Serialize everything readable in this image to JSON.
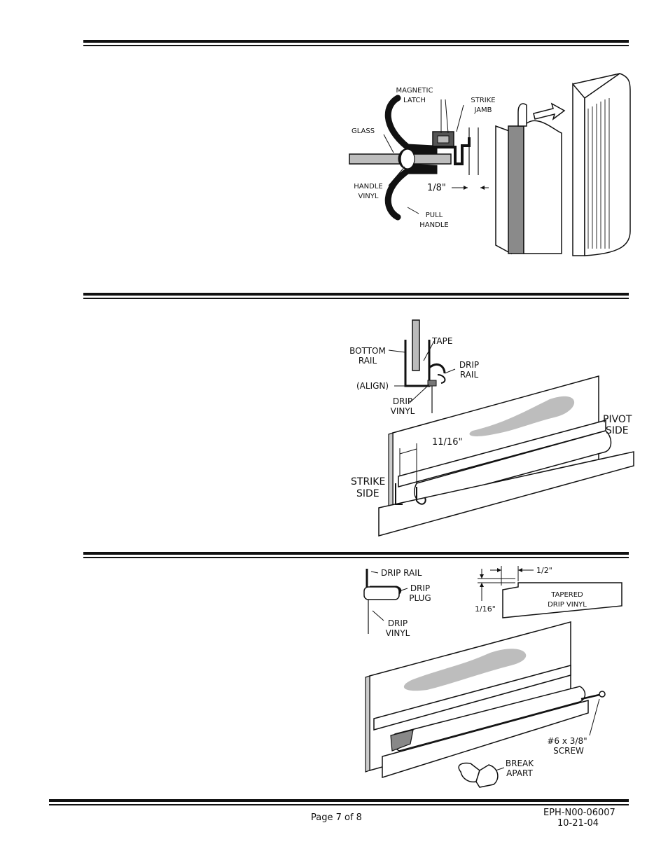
{
  "figure1": {
    "magnetic_latch": [
      "MAGNETIC",
      "LATCH"
    ],
    "strike_jamb": [
      "STRIKE",
      "JAMB"
    ],
    "glass": "GLASS",
    "handle_vinyl": [
      "HANDLE",
      "VINYL"
    ],
    "pull_handle": [
      "PULL",
      "HANDLE"
    ],
    "gap": "1/8\""
  },
  "figure2": {
    "bottom_rail": [
      "BOTTOM",
      "RAIL"
    ],
    "tape": "TAPE",
    "drip_rail": [
      "DRIP",
      "RAIL"
    ],
    "align": "(ALIGN)",
    "drip_vinyl": [
      "DRIP",
      "VINYL"
    ],
    "pivot_side": [
      "PIVOT",
      "SIDE"
    ],
    "strike_side": [
      "STRIKE",
      "SIDE"
    ],
    "offset": "11/16\""
  },
  "figure3": {
    "drip_rail": "DRIP RAIL",
    "drip_plug": [
      "DRIP",
      "PLUG"
    ],
    "drip_vinyl": [
      "DRIP",
      "VINYL"
    ],
    "half_inch": "1/2\"",
    "sixteenth": "1/16\"",
    "tapered": [
      "TAPERED",
      "DRIP VINYL"
    ],
    "screw": [
      "#6  x  3/8\"",
      "SCREW"
    ],
    "break_apart": [
      "BREAK",
      "APART"
    ]
  },
  "footer": {
    "page": "Page 7 of 8",
    "doc_number": "EPH-N00-06007",
    "date": "10-21-04"
  }
}
